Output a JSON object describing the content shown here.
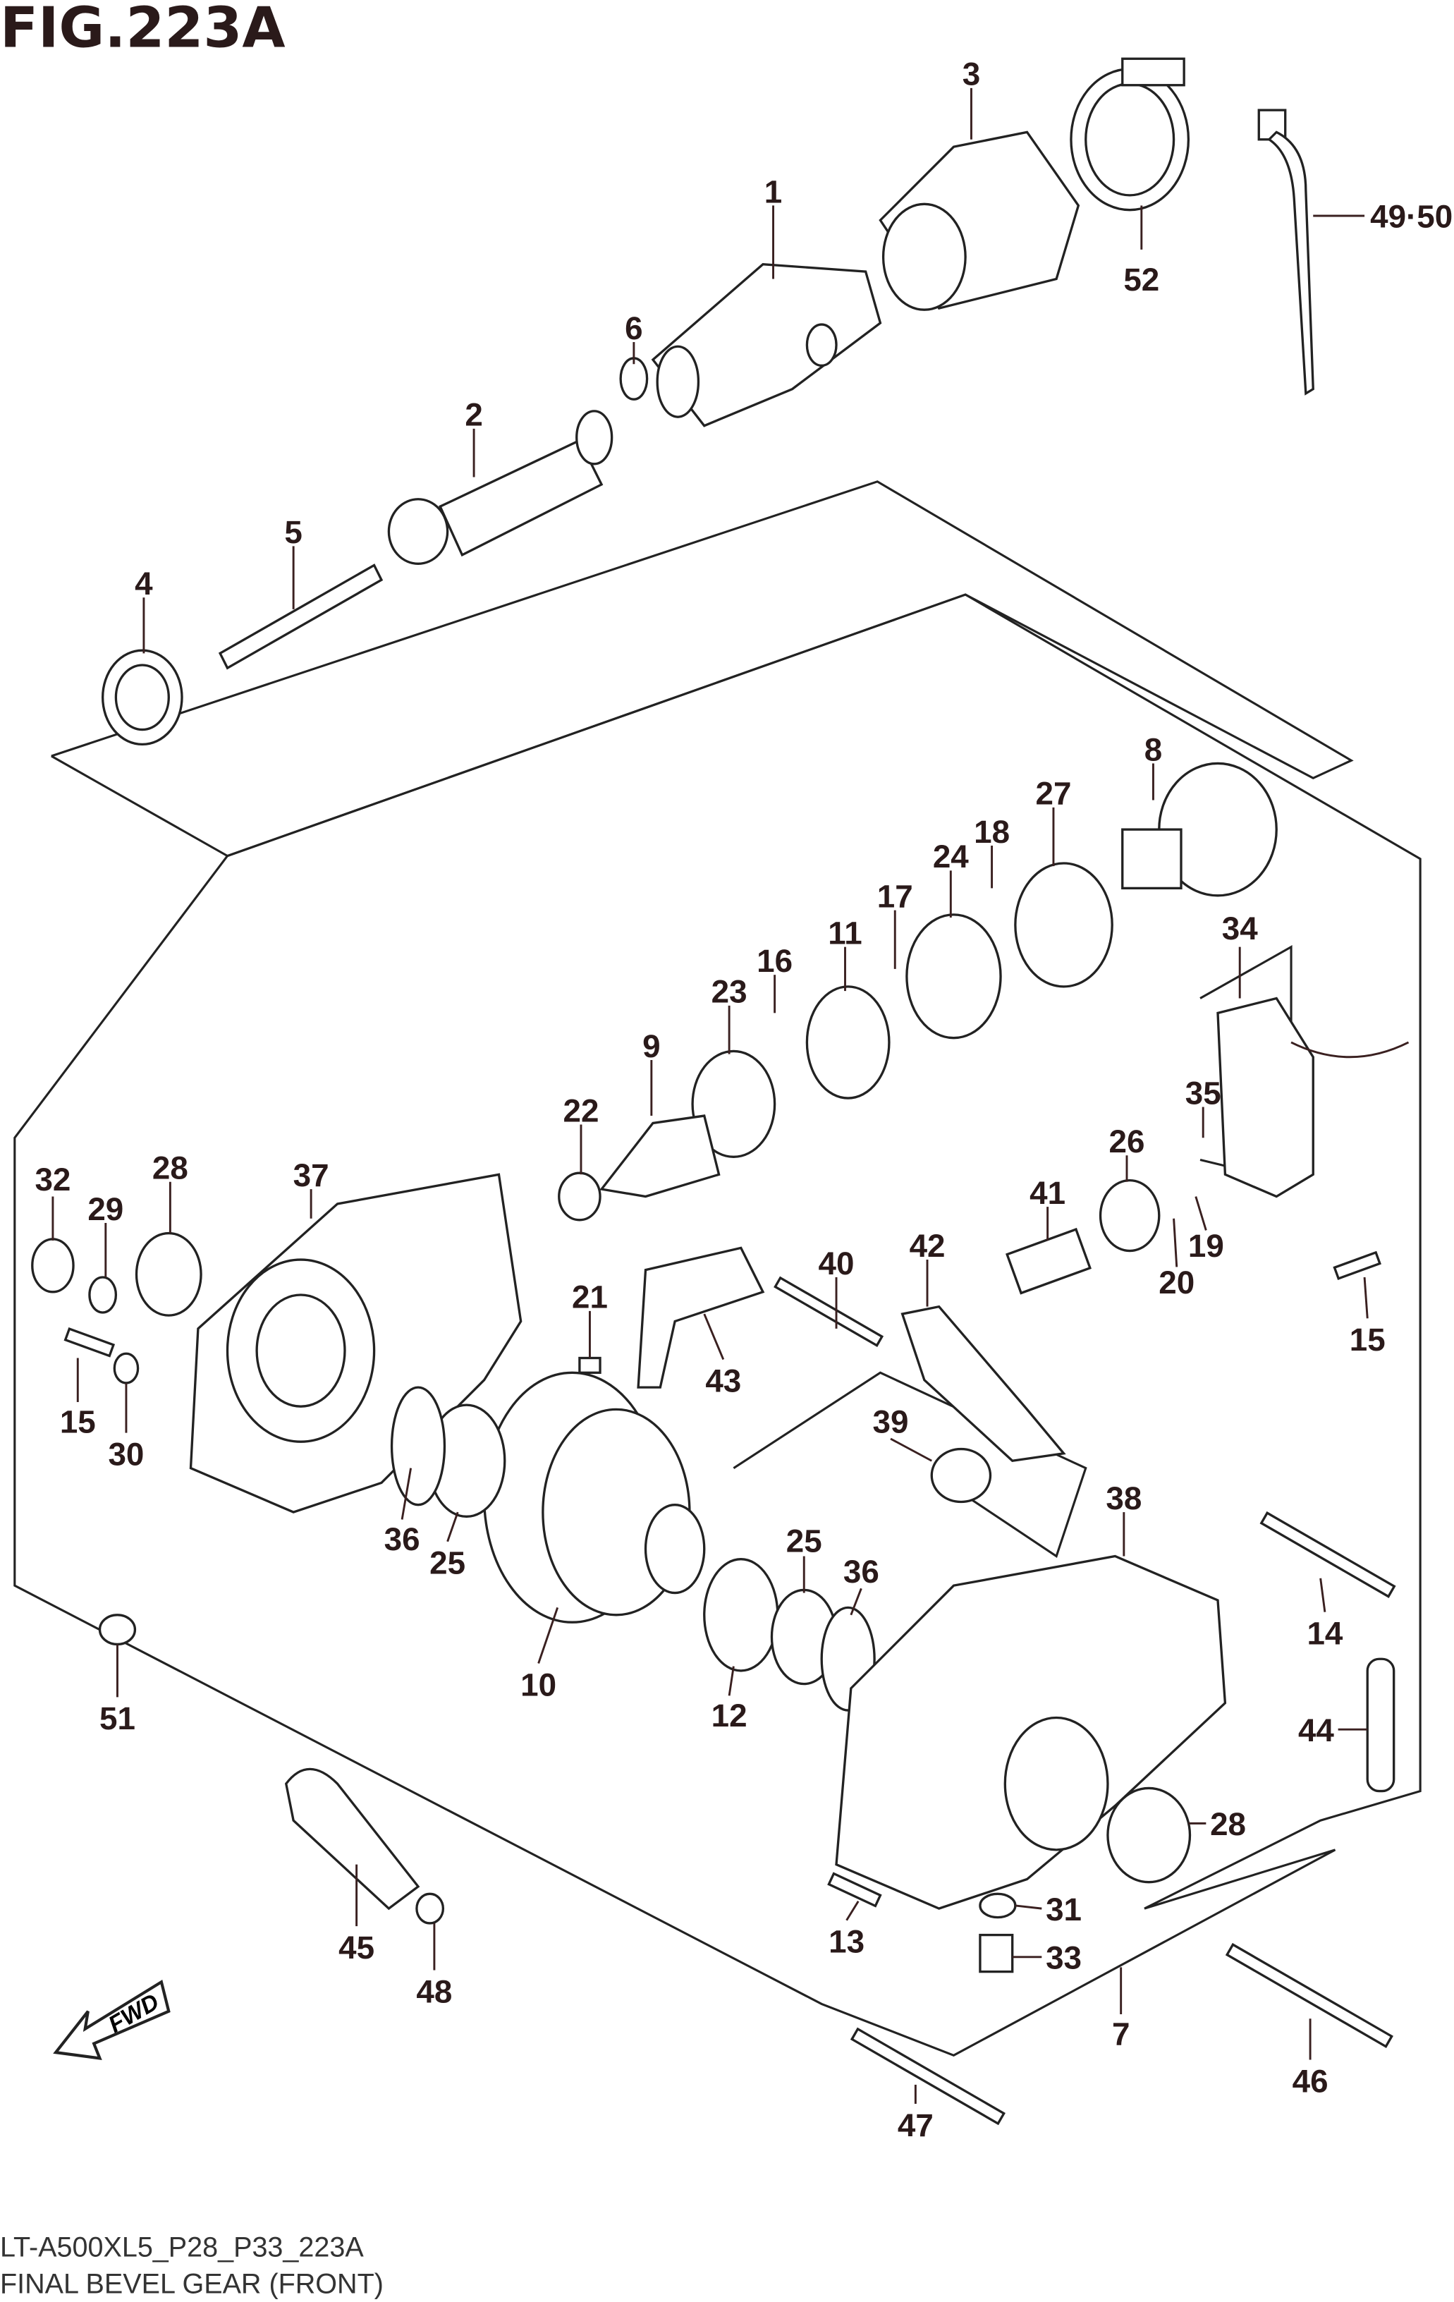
{
  "figure": {
    "title": "FIG.223A",
    "model_code": "LT-A500XL5_P28_P33_223A",
    "caption": "FINAL BEVEL GEAR (FRONT)",
    "direction_marker": "FWD"
  },
  "labels": {
    "p1": "1",
    "p2": "2",
    "p3": "3",
    "p4": "4",
    "p5": "5",
    "p6": "6",
    "p7": "7",
    "p8": "8",
    "p9": "9",
    "p10": "10",
    "p11": "11",
    "p12": "12",
    "p13": "13",
    "p14": "14",
    "p15a": "15",
    "p15b": "15",
    "p16": "16",
    "p17": "17",
    "p18": "18",
    "p19": "19",
    "p20": "20",
    "p21": "21",
    "p22": "22",
    "p23": "23",
    "p24": "24",
    "p25a": "25",
    "p25b": "25",
    "p26": "26",
    "p27": "27",
    "p28a": "28",
    "p28b": "28",
    "p29": "29",
    "p30": "30",
    "p31": "31",
    "p32": "32",
    "p33": "33",
    "p34": "34",
    "p35": "35",
    "p36a": "36",
    "p36b": "36",
    "p37": "37",
    "p38": "38",
    "p39": "39",
    "p40": "40",
    "p41": "41",
    "p42": "42",
    "p43": "43",
    "p44": "44",
    "p45": "45",
    "p46": "46",
    "p47": "47",
    "p48": "48",
    "p4950": "49·50",
    "p51": "51",
    "p52": "52"
  }
}
